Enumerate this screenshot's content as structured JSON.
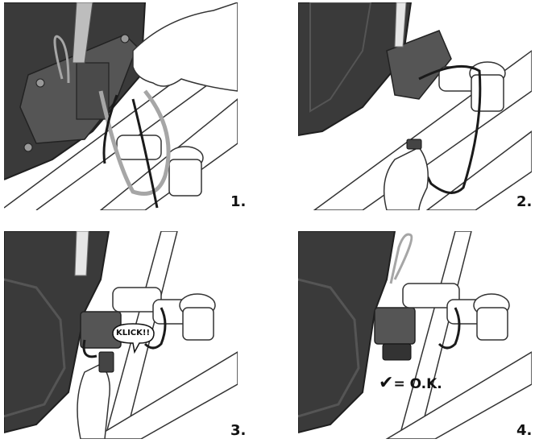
{
  "steps": [
    {
      "number": "1."
    },
    {
      "number": "2."
    },
    {
      "number": "3.",
      "callout": "KLICK!!"
    },
    {
      "number": "4.",
      "status": "= O.K."
    }
  ],
  "icons": {
    "check": "check-icon"
  },
  "colors": {
    "bag": "#3a3a3a",
    "bag_dark": "#262626",
    "line": "#333333",
    "cable_grey": "#a6a6a6",
    "cable_black": "#1a1a1a"
  }
}
